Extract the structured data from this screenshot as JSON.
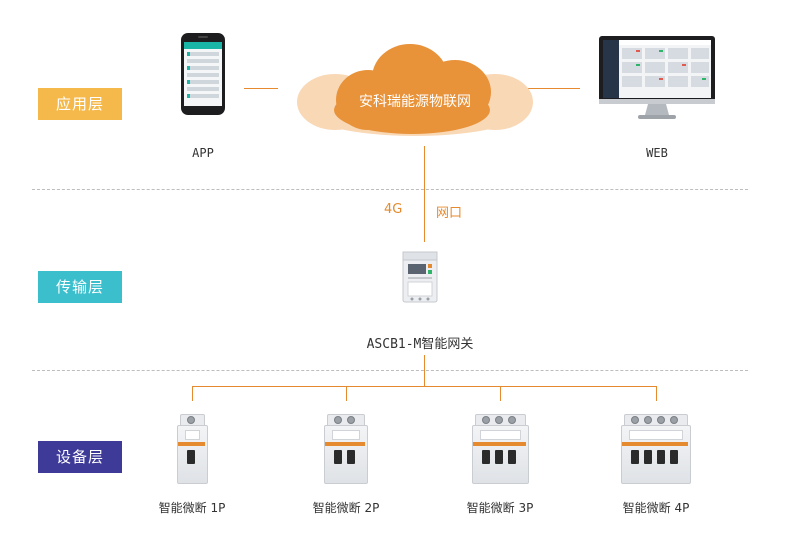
{
  "layers": {
    "application": {
      "label": "应用层",
      "color": "#f5b84a"
    },
    "transmission": {
      "label": "传输层",
      "color": "#3bbfcd"
    },
    "device": {
      "label": "设备层",
      "color": "#3e3a98"
    }
  },
  "cloud": {
    "label": "安科瑞能源物联网",
    "color": "#e8923a",
    "halo_color": "#f9d8b6"
  },
  "app": {
    "caption": "APP",
    "icon": "smartphone-icon"
  },
  "web": {
    "caption": "WEB",
    "icon": "desktop-monitor-icon"
  },
  "links": {
    "cellular": "4G",
    "ethernet": "网口",
    "accent": "#e58a2e"
  },
  "gateway": {
    "caption": "ASCB1-M智能网关",
    "icon": "gateway-device-icon"
  },
  "breakers": [
    {
      "caption": "智能微断 1P",
      "poles": 1
    },
    {
      "caption": "智能微断 2P",
      "poles": 2
    },
    {
      "caption": "智能微断 3P",
      "poles": 3
    },
    {
      "caption": "智能微断 4P",
      "poles": 4
    }
  ]
}
